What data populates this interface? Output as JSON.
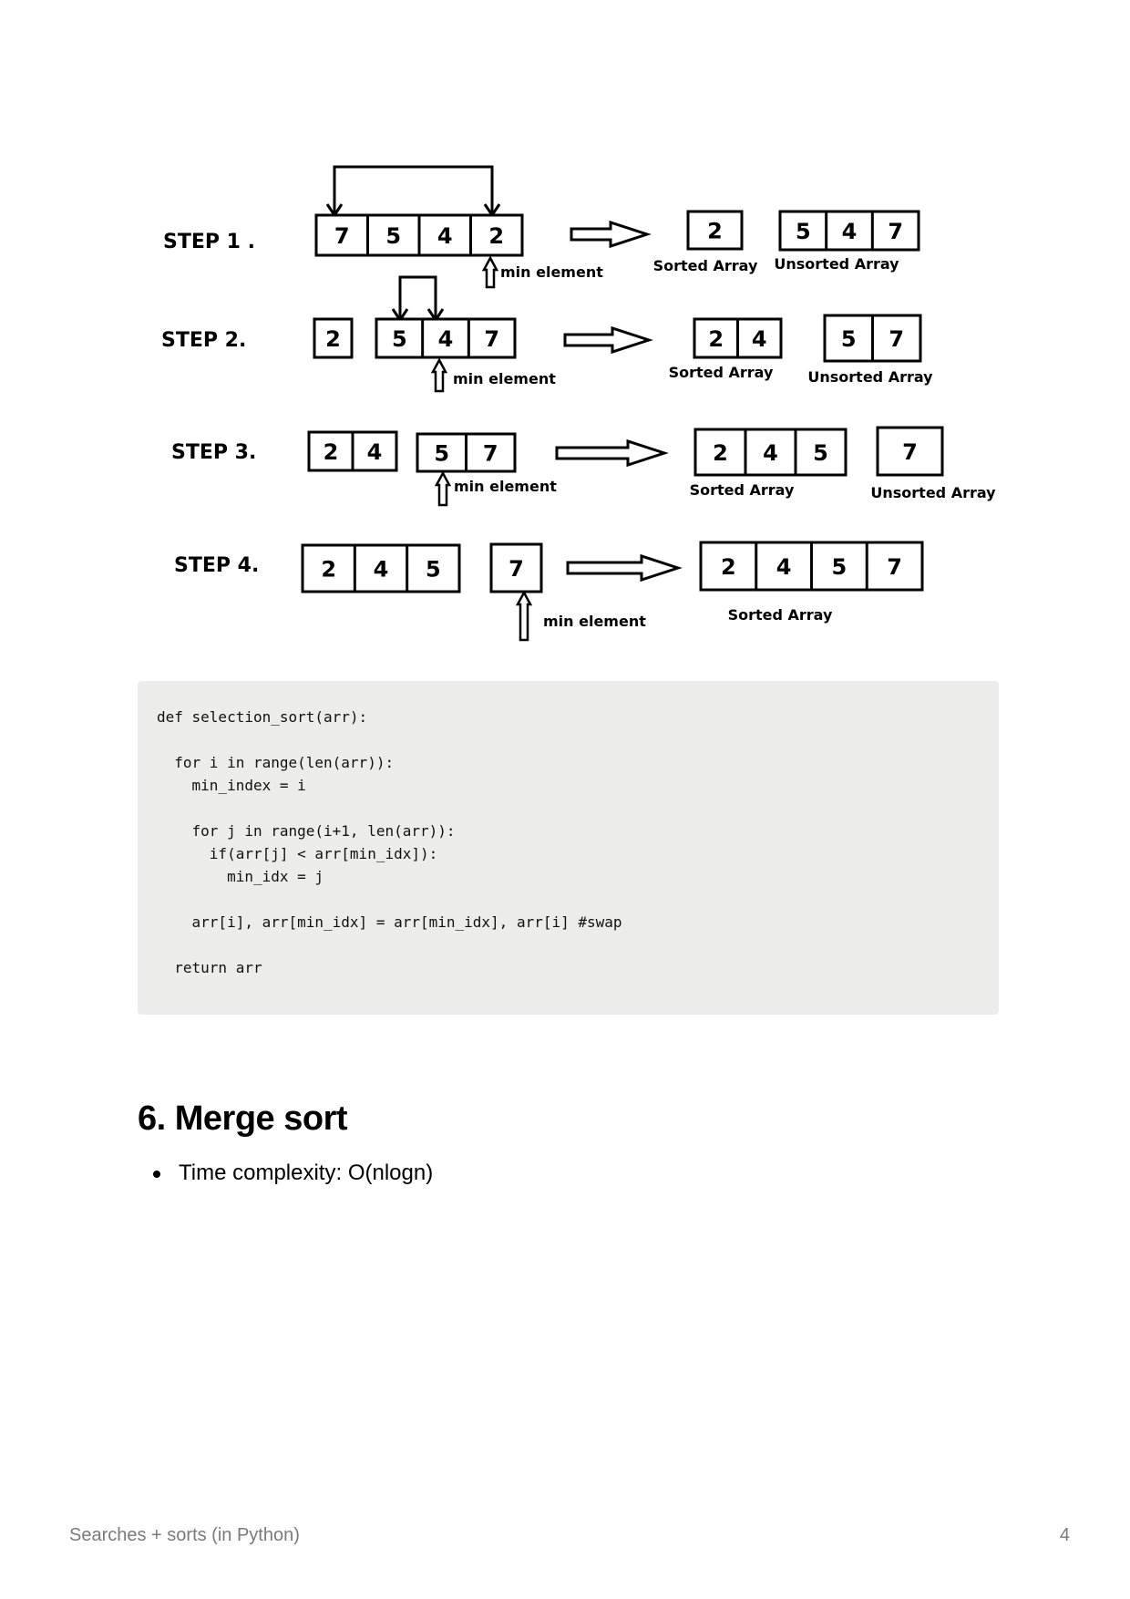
{
  "diagram": {
    "steps": [
      {
        "label": "STEP 1 .",
        "left_arrays": [
          [
            "7",
            "5",
            "4",
            "2"
          ]
        ],
        "min_element_label": "min element",
        "sorted": [
          "2"
        ],
        "sorted_label": "Sorted Array",
        "unsorted": [
          "5",
          "4",
          "7"
        ],
        "unsorted_label": "Unsorted Array"
      },
      {
        "label": "STEP 2.",
        "left_arrays": [
          [
            "2"
          ],
          [
            "5",
            "4",
            "7"
          ]
        ],
        "min_element_label": "min element",
        "sorted": [
          "2",
          "4"
        ],
        "sorted_label": "Sorted Array",
        "unsorted": [
          "5",
          "7"
        ],
        "unsorted_label": "Unsorted Array"
      },
      {
        "label": "STEP 3.",
        "left_arrays": [
          [
            "2",
            "4"
          ],
          [
            "5",
            "7"
          ]
        ],
        "min_element_label": "min element",
        "sorted": [
          "2",
          "4",
          "5"
        ],
        "sorted_label": "Sorted Array",
        "unsorted": [
          "7"
        ],
        "unsorted_label": "Unsorted Array"
      },
      {
        "label": "STEP 4.",
        "left_arrays": [
          [
            "2",
            "4",
            "5"
          ],
          [
            "7"
          ]
        ],
        "min_element_label": "min element",
        "sorted": [
          "2",
          "4",
          "5",
          "7"
        ],
        "sorted_label": "Sorted Array"
      }
    ]
  },
  "code": {
    "lines": [
      "def selection_sort(arr):",
      "",
      "  for i in range(len(arr)):",
      "    min_index = i",
      "",
      "    for j in range(i+1, len(arr)):",
      "      if(arr[j] < arr[min_idx]):",
      "        min_idx = j",
      "",
      "    arr[i], arr[min_idx] = arr[min_idx], arr[i] #swap",
      "",
      "  return arr"
    ]
  },
  "section": {
    "heading": "6. Merge sort",
    "bullets": [
      "Time complexity: O(nlogn)"
    ]
  },
  "footer": {
    "title": "Searches + sorts (in Python)",
    "page_number": "4"
  }
}
